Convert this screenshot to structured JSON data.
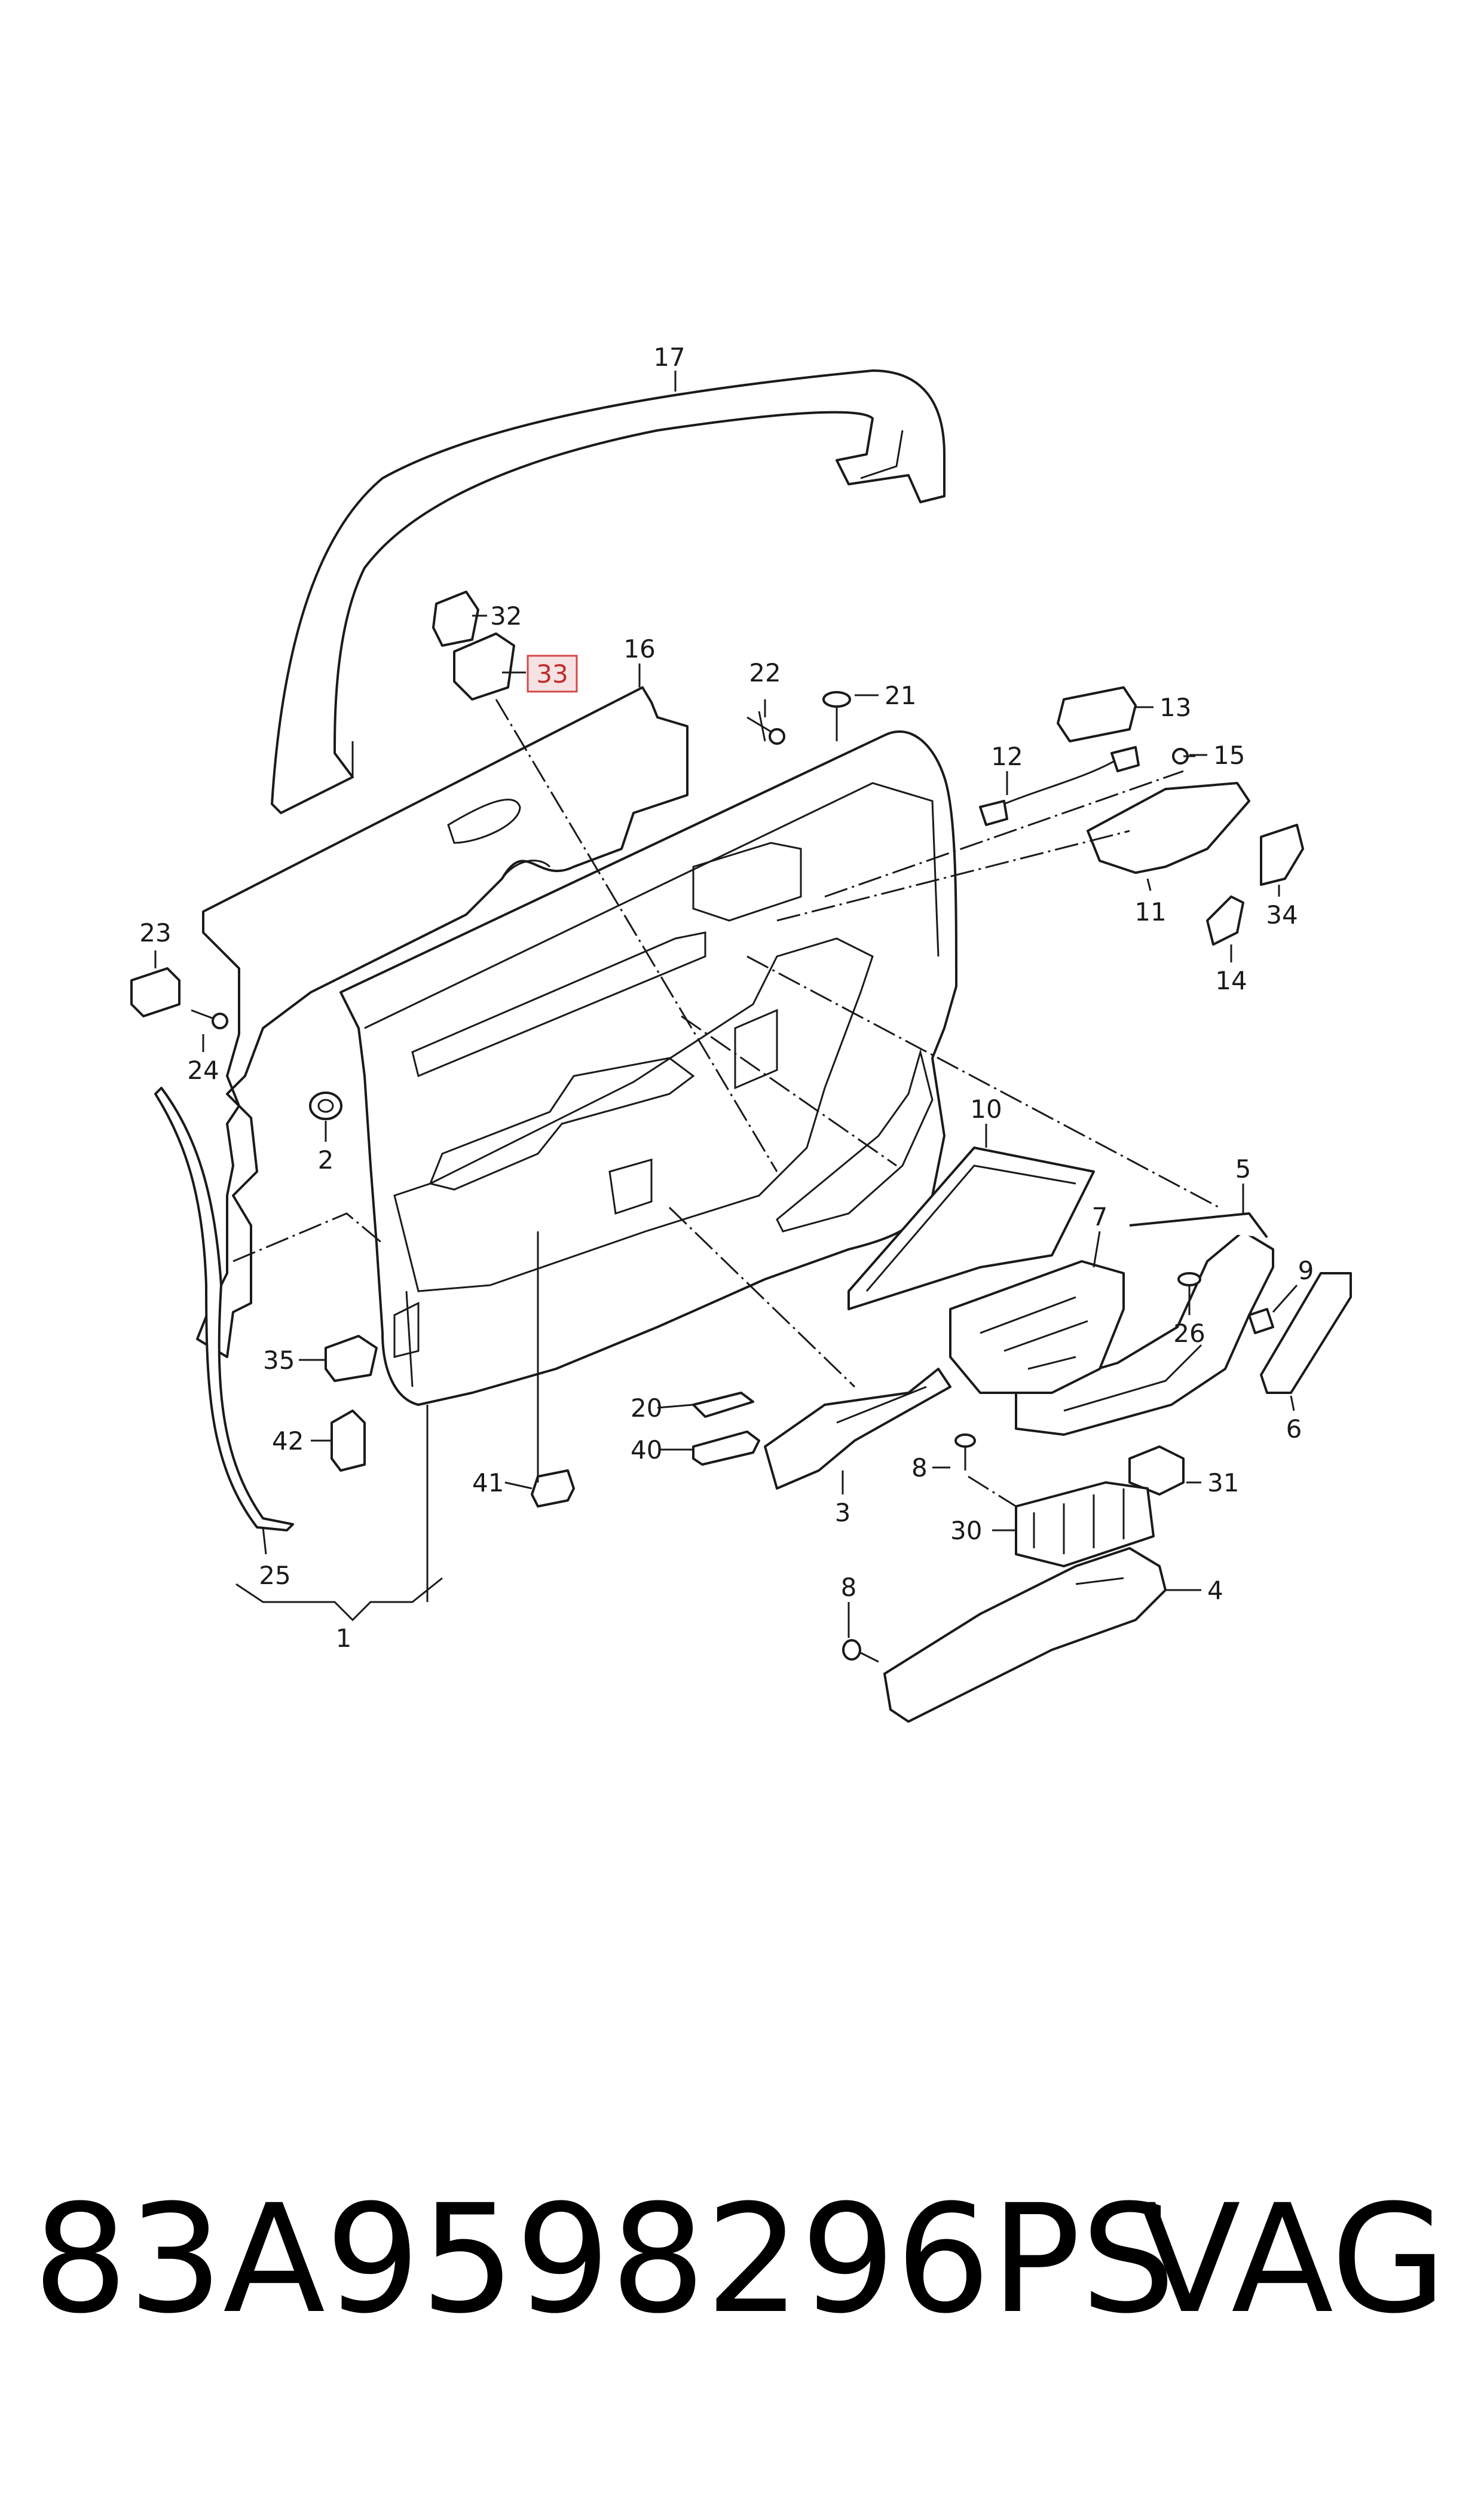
{
  "diagram": {
    "highlight_color": "#d34a4a",
    "highlighted_label": "33",
    "labels": [
      "17",
      "32",
      "33",
      "16",
      "22",
      "21",
      "13",
      "15",
      "12",
      "11",
      "34",
      "14",
      "23",
      "24",
      "2",
      "10",
      "5",
      "7",
      "9",
      "26",
      "6",
      "35",
      "42",
      "20",
      "40",
      "41",
      "8",
      "3",
      "31",
      "30",
      "25",
      "1",
      "4"
    ]
  },
  "footer": {
    "part_number": "83A9598296PS",
    "brand": "VAG"
  }
}
